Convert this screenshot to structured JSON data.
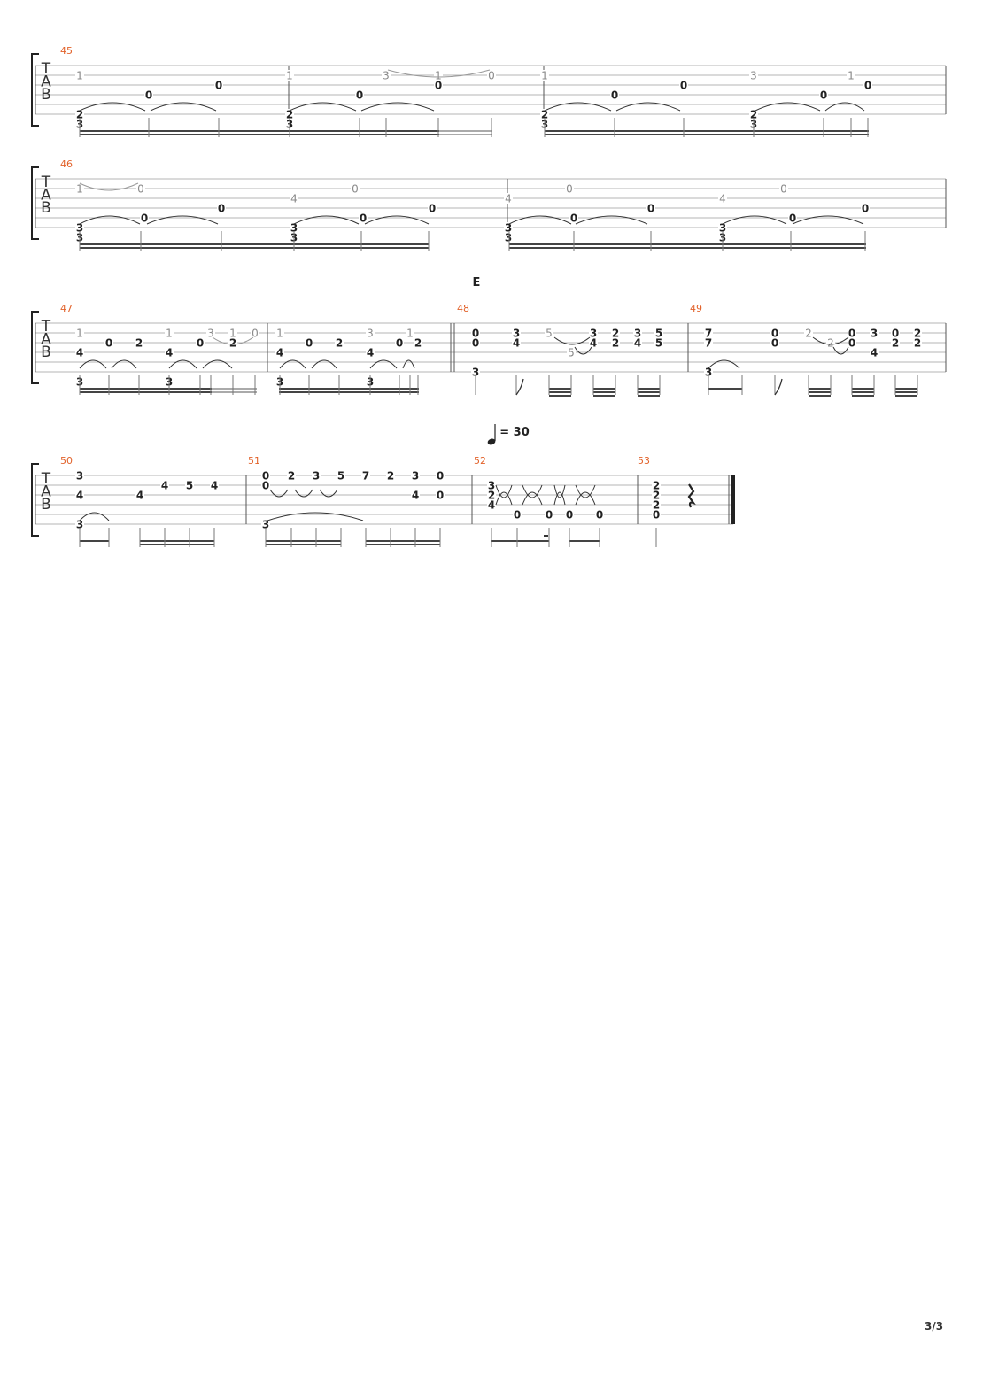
{
  "page": {
    "number": "3/3"
  },
  "tab_label": [
    "T",
    "A",
    "B"
  ],
  "section_marker": "E",
  "tempo": {
    "symbol": "quarter-note",
    "value": "= 30"
  },
  "systems": [
    {
      "measures": [
        {
          "number": "45"
        }
      ]
    },
    {
      "measures": [
        {
          "number": "46"
        }
      ]
    },
    {
      "measures": [
        {
          "number": "47"
        },
        {
          "number": "48"
        },
        {
          "number": "49"
        }
      ]
    },
    {
      "measures": [
        {
          "number": "50"
        },
        {
          "number": "51"
        },
        {
          "number": "52"
        },
        {
          "number": "53"
        }
      ]
    }
  ],
  "notes": {
    "m45": [
      {
        "s": 1,
        "f": "1",
        "g": 1
      },
      {
        "s": 5,
        "f": "2"
      },
      {
        "s": 6,
        "f": "3"
      },
      {
        "s": 3,
        "f": "0"
      },
      {
        "s": 2,
        "f": "0"
      },
      {
        "s": 1,
        "f": "1",
        "g": 1
      },
      {
        "s": 5,
        "f": "2"
      },
      {
        "s": 6,
        "f": "3"
      },
      {
        "s": 3,
        "f": "0"
      },
      {
        "s": 1,
        "f": "3",
        "g": 1
      },
      {
        "s": 1,
        "f": "1",
        "g": 1
      },
      {
        "s": 2,
        "f": "0"
      },
      {
        "s": 1,
        "f": "0",
        "g": 1
      },
      {
        "s": 1,
        "f": "1",
        "g": 1
      },
      {
        "s": 5,
        "f": "2"
      },
      {
        "s": 6,
        "f": "3"
      },
      {
        "s": 3,
        "f": "0"
      },
      {
        "s": 2,
        "f": "0"
      },
      {
        "s": 1,
        "f": "3",
        "g": 1
      },
      {
        "s": 5,
        "f": "2"
      },
      {
        "s": 6,
        "f": "3"
      },
      {
        "s": 3,
        "f": "0"
      },
      {
        "s": 1,
        "f": "1",
        "g": 1
      },
      {
        "s": 2,
        "f": "0"
      }
    ],
    "m46": [
      {
        "s": 1,
        "f": "1",
        "g": 1
      },
      {
        "s": 5,
        "f": "3"
      },
      {
        "s": 6,
        "f": "3"
      },
      {
        "s": 1,
        "f": "0",
        "g": 1
      },
      {
        "s": 4,
        "f": "0"
      },
      {
        "s": 3,
        "f": "0"
      },
      {
        "s": 2,
        "f": "4",
        "g": 1
      },
      {
        "s": 5,
        "f": "3"
      },
      {
        "s": 6,
        "f": "3"
      },
      {
        "s": 1,
        "f": "0",
        "g": 1
      },
      {
        "s": 4,
        "f": "0"
      },
      {
        "s": 3,
        "f": "0"
      },
      {
        "s": 2,
        "f": "4",
        "g": 1
      },
      {
        "s": 5,
        "f": "3"
      },
      {
        "s": 6,
        "f": "3"
      },
      {
        "s": 1,
        "f": "0",
        "g": 1
      },
      {
        "s": 4,
        "f": "0"
      },
      {
        "s": 3,
        "f": "0"
      },
      {
        "s": 2,
        "f": "4",
        "g": 1
      },
      {
        "s": 5,
        "f": "3"
      },
      {
        "s": 6,
        "f": "3"
      },
      {
        "s": 1,
        "f": "0",
        "g": 1
      },
      {
        "s": 4,
        "f": "0"
      },
      {
        "s": 3,
        "f": "0"
      }
    ],
    "m47": [
      {
        "s": 1,
        "f": "1",
        "g": 1
      },
      {
        "s": 3,
        "f": "4"
      },
      {
        "s": 6,
        "f": "3"
      },
      {
        "s": 2,
        "f": "0"
      },
      {
        "s": 2,
        "f": "2"
      },
      {
        "s": 1,
        "f": "1",
        "g": 1
      },
      {
        "s": 3,
        "f": "4"
      },
      {
        "s": 6,
        "f": "3"
      },
      {
        "s": 2,
        "f": "0"
      },
      {
        "s": 1,
        "f": "3",
        "g": 1
      },
      {
        "s": 1,
        "f": "1",
        "g": 1
      },
      {
        "s": 2,
        "f": "2"
      },
      {
        "s": 1,
        "f": "0",
        "g": 1
      },
      {
        "s": 1,
        "f": "1",
        "g": 1
      },
      {
        "s": 3,
        "f": "4"
      },
      {
        "s": 6,
        "f": "3"
      },
      {
        "s": 2,
        "f": "0"
      },
      {
        "s": 2,
        "f": "2"
      },
      {
        "s": 1,
        "f": "3",
        "g": 1
      },
      {
        "s": 3,
        "f": "4"
      },
      {
        "s": 6,
        "f": "3"
      },
      {
        "s": 2,
        "f": "0"
      },
      {
        "s": 1,
        "f": "1",
        "g": 1
      },
      {
        "s": 2,
        "f": "2"
      }
    ],
    "m48": [
      {
        "s": 1,
        "f": "0"
      },
      {
        "s": 2,
        "f": "0"
      },
      {
        "s": 5,
        "f": "3"
      },
      {
        "s": 1,
        "f": "3"
      },
      {
        "s": 2,
        "f": "4"
      },
      {
        "s": 1,
        "f": "5",
        "g": 1
      },
      {
        "s": 3,
        "f": "5",
        "g": 1
      },
      {
        "s": 1,
        "f": "3"
      },
      {
        "s": 2,
        "f": "4"
      },
      {
        "s": 1,
        "f": "2"
      },
      {
        "s": 2,
        "f": "2"
      },
      {
        "s": 1,
        "f": "3"
      },
      {
        "s": 2,
        "f": "4"
      },
      {
        "s": 1,
        "f": "5"
      },
      {
        "s": 2,
        "f": "5"
      }
    ],
    "m49": [
      {
        "s": 1,
        "f": "7"
      },
      {
        "s": 2,
        "f": "7"
      },
      {
        "s": 5,
        "f": "3"
      },
      {
        "s": 1,
        "f": "0"
      },
      {
        "s": 2,
        "f": "0"
      },
      {
        "s": 1,
        "f": "2",
        "g": 1
      },
      {
        "s": 2,
        "f": "2",
        "g": 1
      },
      {
        "s": 1,
        "f": "0"
      },
      {
        "s": 2,
        "f": "0"
      },
      {
        "s": 1,
        "f": "3"
      },
      {
        "s": 3,
        "f": "4"
      },
      {
        "s": 1,
        "f": "0"
      },
      {
        "s": 2,
        "f": "2"
      },
      {
        "s": 1,
        "f": "2"
      },
      {
        "s": 2,
        "f": "2"
      }
    ],
    "m50": [
      {
        "s": 0,
        "f": "3"
      },
      {
        "s": 2,
        "f": "4"
      },
      {
        "s": 5,
        "f": "3"
      },
      {
        "s": 2,
        "f": "4"
      },
      {
        "s": 1,
        "f": "4"
      },
      {
        "s": 1,
        "f": "5"
      },
      {
        "s": 1,
        "f": "4"
      }
    ],
    "m51": [
      {
        "s": 0,
        "f": "0"
      },
      {
        "s": 1,
        "f": "0"
      },
      {
        "s": 5,
        "f": "3"
      },
      {
        "s": 0,
        "f": "2"
      },
      {
        "s": 0,
        "f": "3"
      },
      {
        "s": 0,
        "f": "5"
      },
      {
        "s": 0,
        "f": "7"
      },
      {
        "s": 0,
        "f": "2"
      },
      {
        "s": 2,
        "f": "4"
      },
      {
        "s": 0,
        "f": "3"
      },
      {
        "s": 0,
        "f": "0"
      },
      {
        "s": 2,
        "f": "0"
      }
    ],
    "m52": [
      {
        "s": 1,
        "f": "3"
      },
      {
        "s": 2,
        "f": "2"
      },
      {
        "s": 3,
        "f": "4"
      },
      {
        "s": 4,
        "f": "0"
      },
      {
        "s": 4,
        "f": "0"
      },
      {
        "s": 4,
        "f": "0"
      },
      {
        "s": 4,
        "f": "0"
      }
    ],
    "m53": [
      {
        "s": 1,
        "f": "2"
      },
      {
        "s": 2,
        "f": "2"
      },
      {
        "s": 3,
        "f": "2"
      },
      {
        "s": 4,
        "f": "0"
      }
    ]
  }
}
